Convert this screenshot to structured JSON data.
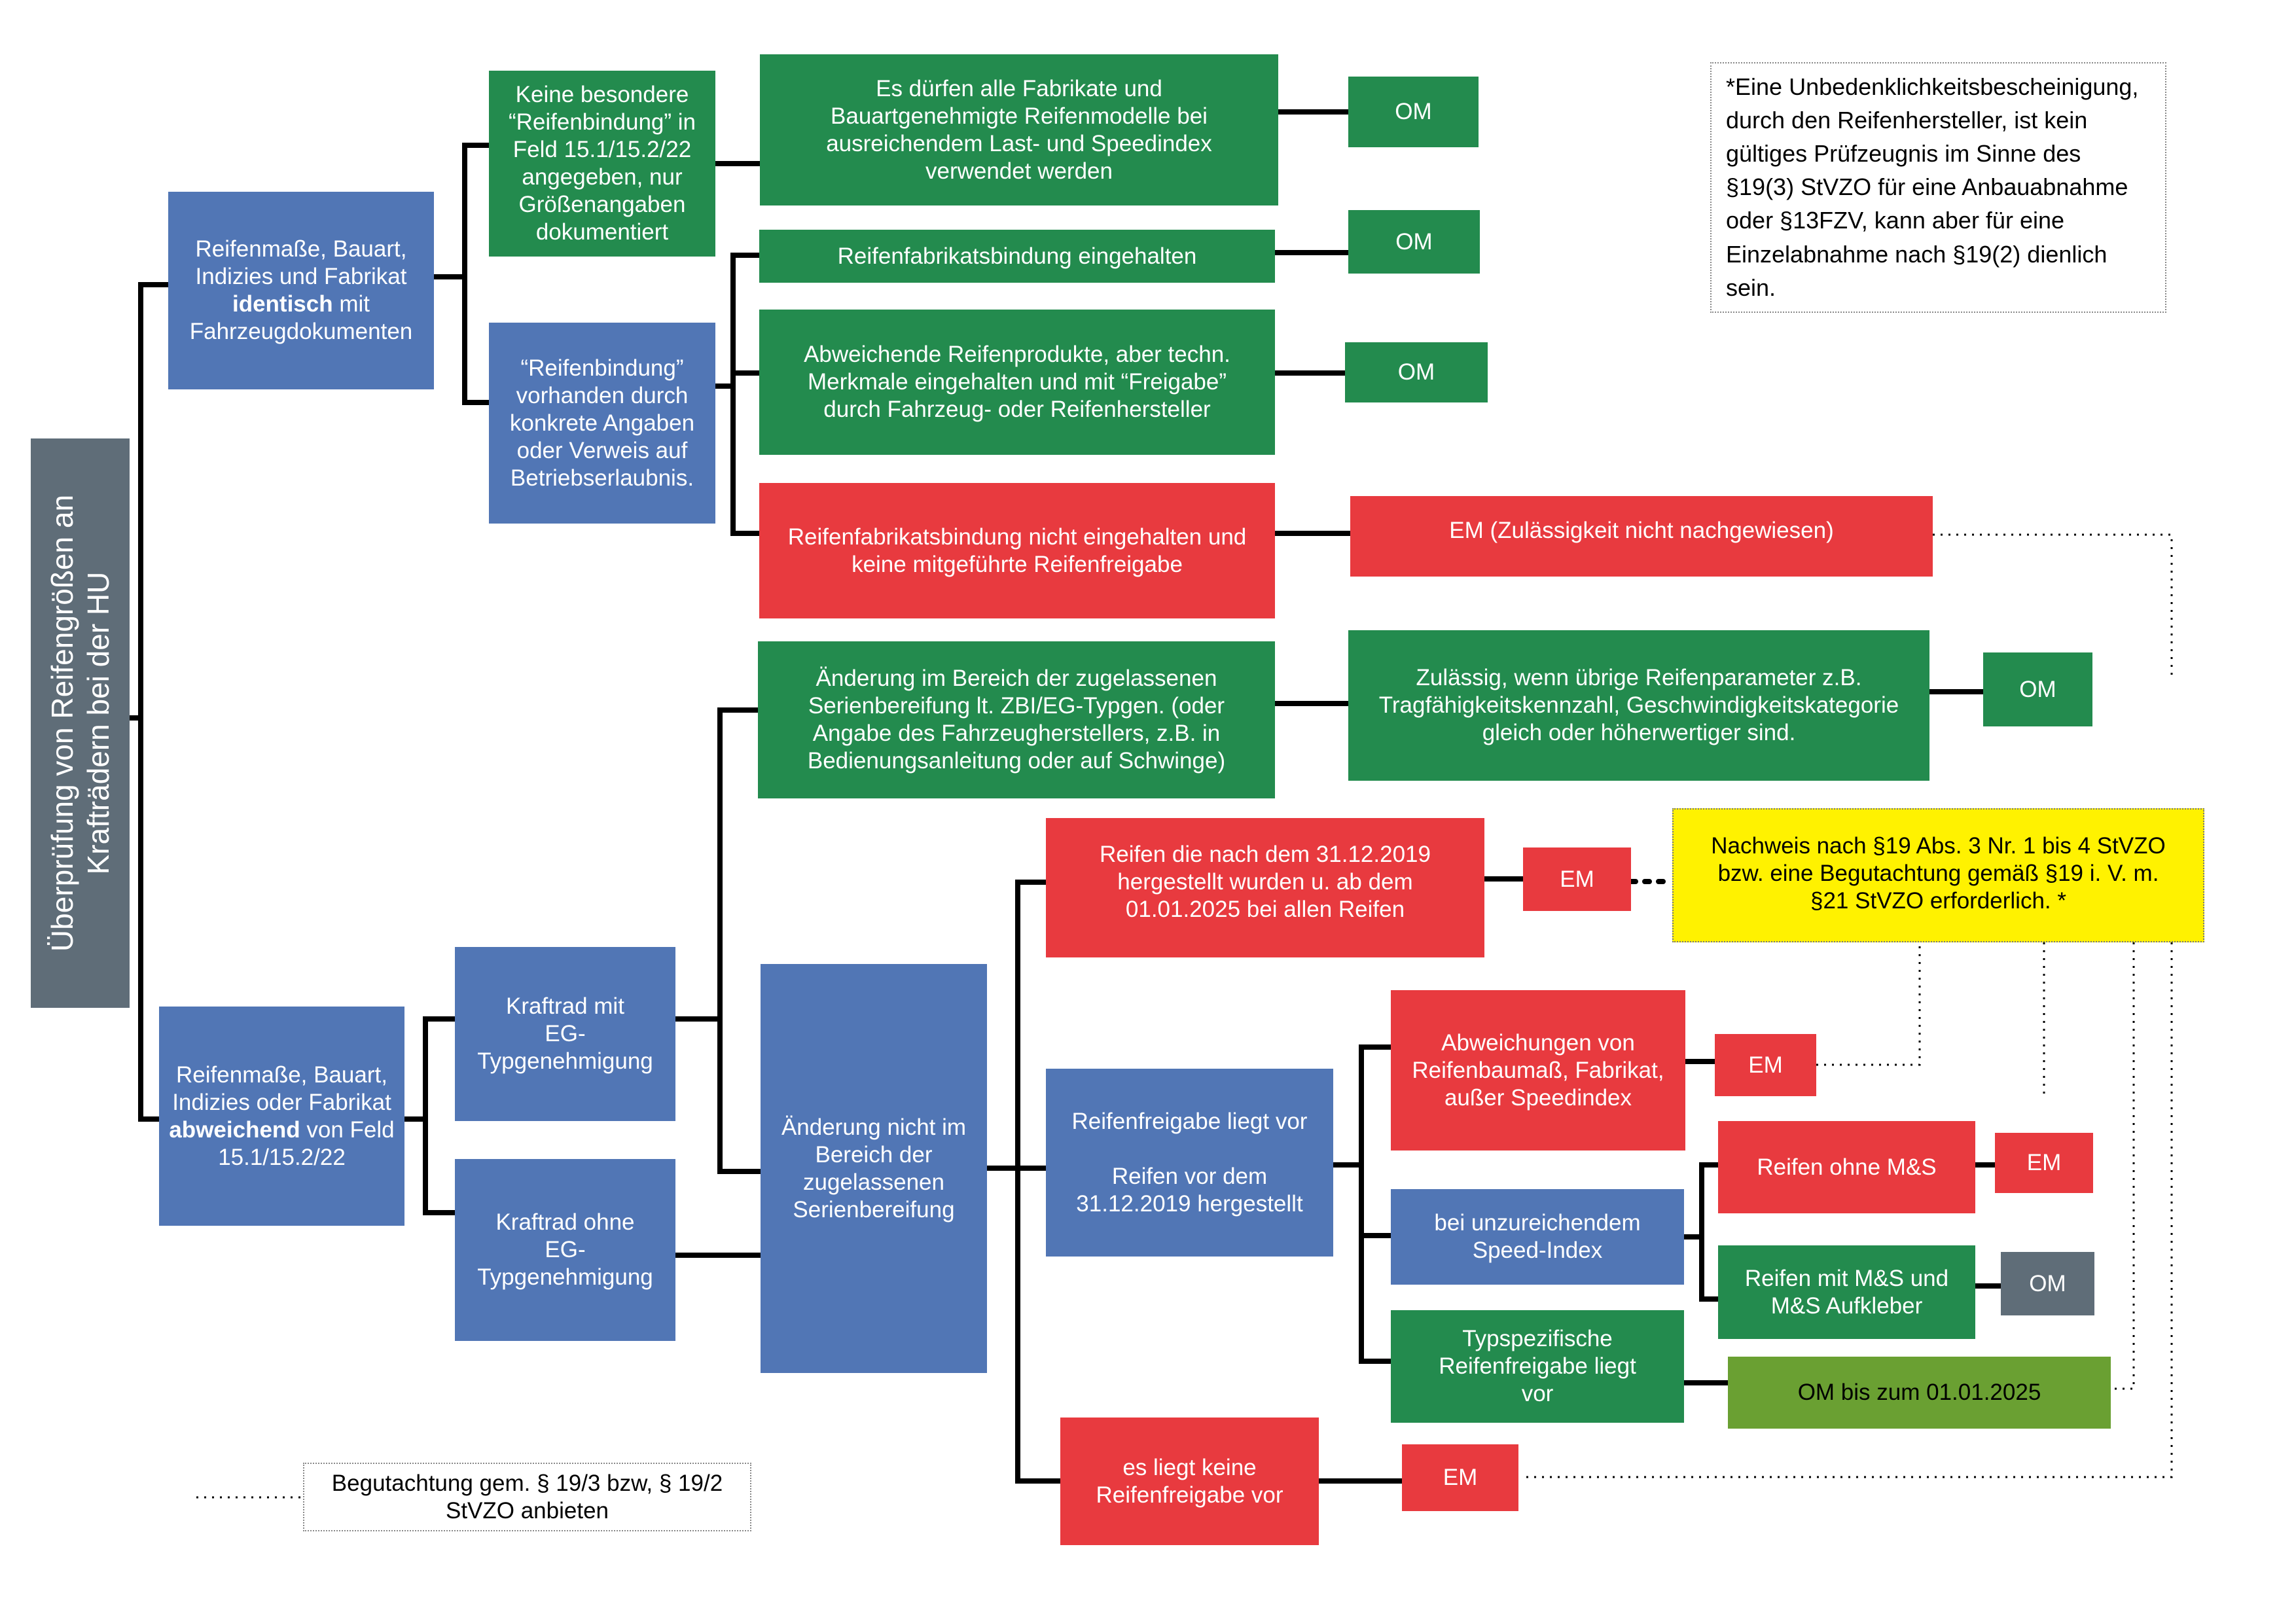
{
  "root": {
    "label": "Überprüfung von Reifengrößen an\nKrafträdern bei der HU"
  },
  "identical": {
    "pre": "Reifenmaße, Bauart, Indizies und Fabrikat ",
    "bold": "identisch",
    "post": " mit Fahrzeugdokumenten"
  },
  "deviating": {
    "pre": "Reifenmaße, Bauart, Indizies oder Fabrikat ",
    "bold": "abweichend",
    "post": " von Feld 15.1/15.2/22"
  },
  "no_binding": "Keine besondere\n“Reifenbindung” in\nFeld 15.1/15.2/22\nangegeben, nur\nGrößenangaben\ndokumentiert",
  "all_makes": "Es dürfen alle Fabrikate und\nBauartgenehmigte Reifenmodelle bei\nausreichendem Last- und Speedindex\nverwendet werden",
  "binding_present": "“Reifenbindung”\nvorhanden durch\nkonkrete Angaben\noder Verweis auf\nBetriebserlaubnis.",
  "binding_kept": "Reifenfabrikatsbindung eingehalten",
  "deviating_products": "Abweichende Reifenprodukte, aber techn.\nMerkmale eingehalten und mit “Freigabe”\ndurch Fahrzeug- oder Reifenhersteller",
  "binding_not_kept": "Reifenfabrikatsbindung nicht eingehalten und\nkeine mitgeführte Reifenfreigabe",
  "em_not_proven": "EM (Zulässigkeit nicht nachgewiesen)",
  "with_ec": "Kraftrad mit\nEG-\nTypgenehmigung",
  "without_ec": "Kraftrad ohne\nEG-\nTypgenehmigung",
  "change_in_range": "Änderung im Bereich der zugelassenen\nSerienbereifung lt. ZBI/EG-Typgen. (oder\nAngabe des Fahrzeugherstellers, z.B. in\nBedienungsanleitung oder auf Schwinge)",
  "permitted_if": "Zulässig, wenn übrige Reifenparameter z.B.\nTragfähigkeitskennzahl, Geschwindigkeitskategorie\ngleich oder höherwertiger sind.",
  "change_not_in_range": "Änderung nicht im\nBereich der\nzugelassenen\nSerienbereifung",
  "after_2019": "Reifen die nach dem 31.12.2019\nhergestellt wurden u. ab dem\n01.01.2025 bei allen Reifen",
  "proof_needed": "Nachweis nach §19 Abs. 3 Nr. 1 bis 4 StVZO\nbzw. eine Begutachtung gemäß §19 i. V. m.\n§21 StVZO erforderlich. *",
  "release_present": "Reifenfreigabe liegt vor\n\nReifen vor dem\n31.12.2019 hergestellt",
  "deviations": "Abweichungen von\nReifenbaumaß, Fabrikat,\naußer Speedindex",
  "insufficient_speed": "bei unzureichendem\nSpeed-Index",
  "type_release": "Typspezifische\nReifenfreigabe liegt\nvor",
  "without_ms": "Reifen ohne M&S",
  "with_ms": "Reifen mit M&S und\nM&S Aufkleber",
  "om_until": "OM bis zum 01.01.2025",
  "no_release": "es liegt keine\nReifenfreigabe vor",
  "om": "OM",
  "em": "EM",
  "footnote": "*Eine Unbedenklichkeitsbescheinigung,\ndurch den Reifenhersteller, ist kein\ngültiges Prüfzeugnis im Sinne des\n§19(3) StVZO für eine Anbauabnahme\noder §13FZV, kann aber für eine\nEinzelabnahme nach §19(2) dienlich\nsein.",
  "legend": "Begutachtung gem. § 19/3 bzw, § 19/2\nStVZO anbieten",
  "colors": {
    "blue": "#5176b5",
    "green": "#238b4e",
    "red": "#e83a3f",
    "gray": "#5f6d78",
    "olive": "#6aa032",
    "yellow": "#fff200"
  }
}
